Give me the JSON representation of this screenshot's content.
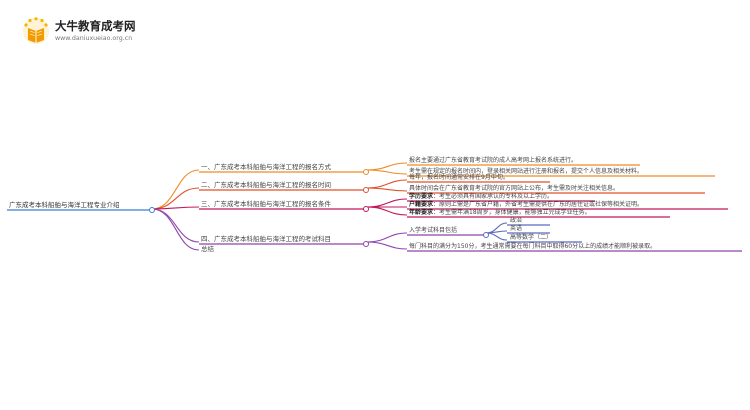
{
  "brand": {
    "title": "大牛教育成考网",
    "url": "www.daniuxueiao.org.cn"
  },
  "colors": {
    "root": "#3b7dd8",
    "branch_method": "#f08a24",
    "branch_time": "#e0512b",
    "branch_requirements": "#c2185b",
    "branch_subjects": "#8e44ad",
    "subject_item": "#5c6bc0",
    "text": "#333333"
  },
  "mindmap": {
    "root": "广东成考本科船舶与海洋工程专业介绍",
    "branches": [
      {
        "label": "一、广东成考本科船舶与海洋工程的报名方式",
        "details": [
          "报名主要通过广东省教育考试院的成人高考网上报名系统进行。",
          "考生需在规定的报名时间内，登录相关网站进行注册和报名，提交个人信息及相关材料。"
        ]
      },
      {
        "label": "二、广东成考本科船舶与海洋工程的报名时间",
        "details": [
          "每年，报名时间通常安排在9月中旬。",
          "具体时间会在广东省教育考试院的官方网站上公布，考生需及时关注相关信息。"
        ]
      },
      {
        "label": "三、广东成考本科船舶与海洋工程的报名条件",
        "requirements": [
          {
            "title": "学历要求",
            "text": "：考生必须具有国家承认的专科及以上学历。"
          },
          {
            "title": "户籍要求",
            "text": "：原则上需是广东省户籍，外省考生需提供在广东的居住证或社保等相关证明。"
          },
          {
            "title": "年龄要求",
            "text": "：考生需年满18周岁，身体健康，能够独立完成学业任务。"
          }
        ]
      },
      {
        "label": "四、广东成考本科船舶与海洋工程的考试科目",
        "subjects_label": "入学考试科目包括",
        "subjects": [
          "政治",
          "英语",
          "高等数学（二）"
        ],
        "note": "每门科目的满分为150分，考生通常需要在每门科目中取得60分以上的成绩才能顺利被录取。"
      },
      {
        "label": "总结"
      }
    ]
  }
}
